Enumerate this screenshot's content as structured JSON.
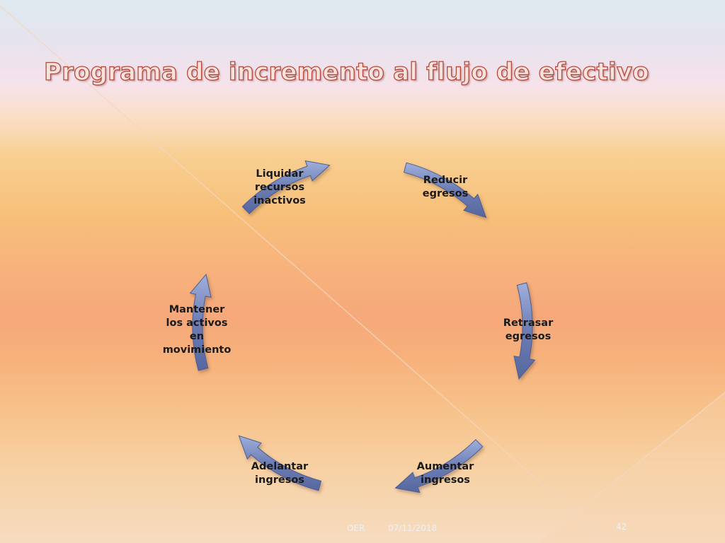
{
  "slide": {
    "title": "Programa de incremento al flujo de efectivo",
    "footer": {
      "left": "OER",
      "date": "07/11/2018",
      "page": "42"
    }
  },
  "diagram": {
    "type": "cycle",
    "arrow_color": "#6b7cb0",
    "nodes": [
      {
        "lines": [
          "Liquidar",
          "recursos",
          "inactivos"
        ]
      },
      {
        "lines": [
          "Reducir",
          "egresos"
        ]
      },
      {
        "lines": [
          "Retrasar",
          "egresos"
        ]
      },
      {
        "lines": [
          "Aumentar",
          "ingresos"
        ]
      },
      {
        "lines": [
          "Adelantar",
          "ingresos"
        ]
      },
      {
        "lines": [
          "Mantener",
          "los activos",
          "en",
          "movimiento"
        ]
      }
    ]
  }
}
